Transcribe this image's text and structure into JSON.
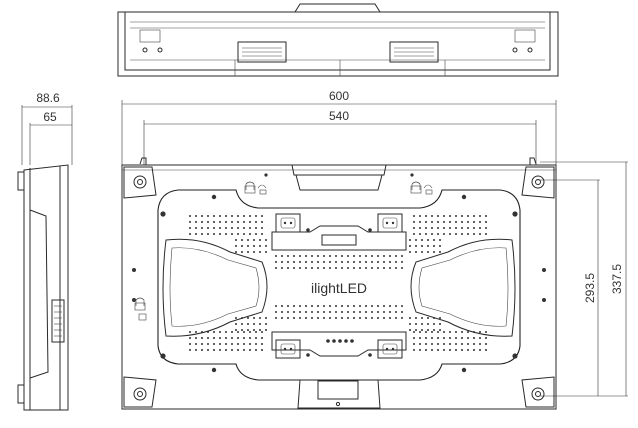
{
  "brand": {
    "logo_text": "ilightLED"
  },
  "dimensions": {
    "width_outer": "600",
    "width_inner": "540",
    "height_outer": "337.5",
    "height_inner": "293.5",
    "depth_total": "88.6",
    "depth_body": "65"
  },
  "colors": {
    "line": "#2a2a2a",
    "background": "#ffffff"
  }
}
